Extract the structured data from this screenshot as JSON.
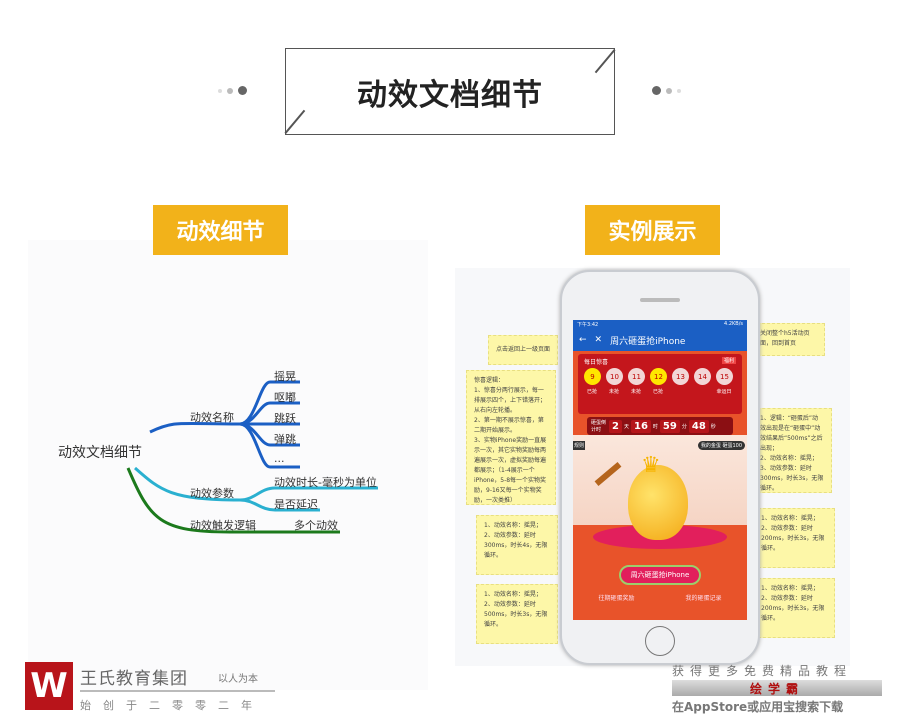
{
  "header": {
    "title": "动效文档细节"
  },
  "sections": {
    "left_label": "动效细节",
    "right_label": "实例展示"
  },
  "mindmap": {
    "root": "动效文档细节",
    "branches": [
      {
        "label": "动效名称",
        "children": [
          "摇晃",
          "呕嘟",
          "跳跃",
          "弹跳",
          "..."
        ]
      },
      {
        "label": "动效参数",
        "children": [
          "动效时长-毫秒为单位",
          "是否延迟"
        ]
      },
      {
        "label": "动效触发逻辑",
        "children": [
          "多个动效"
        ]
      }
    ]
  },
  "phone": {
    "status_time": "下午3:42",
    "status_right": "4.2KB/s",
    "nav_title": "周六砸蛋抢iPhone",
    "daily": "每日惊喜",
    "daily_tag": "福利",
    "balls": [
      {
        "n": "9",
        "s": "已抢"
      },
      {
        "n": "10",
        "s": "未抢"
      },
      {
        "n": "11",
        "s": "未抢"
      },
      {
        "n": "12",
        "s": "已抢"
      },
      {
        "n": "13",
        "s": ""
      },
      {
        "n": "14",
        "s": ""
      },
      {
        "n": "15",
        "s": "幸运日"
      }
    ],
    "countdown_label": "砸蛋倒计时",
    "countdown": {
      "days": "2",
      "d": "天",
      "hours": "16",
      "h": "时",
      "mins": "59",
      "m": "分",
      "secs": "48",
      "s": "秒"
    },
    "side_left": "规则",
    "golden": "我的金蛋",
    "golden_count": "砸蛋100",
    "cta": "周六砸蛋抢iPhone",
    "link_left": "往期砸蛋奖励",
    "link_right": "我的砸蛋记录"
  },
  "notes": {
    "back": "点击返回上一级页面",
    "close": "关闭整个h5活动页面，回到首页",
    "logic": "惊喜逻辑：\n1、惊喜分两行展示，每一排展示四个，上下错落开；从右向左轮播。\n2、第一期不展示惊喜，第二期开始展示。\n3、实物iPhone奖励一直展示一次，其它实物奖励每两遍展示一次，虚拟奖励每遍都展示；（1-4展示一个iPhone，5-8每一个实物奖励，9-16又每一个实物奖励，一次类推）",
    "right1": "1、逻辑：“砸蛋后”动效出现是在“砸蛋中”动效结果后“500ms”之后出现；\n2、动效名称：摇晃；\n3、动效参数：延时300ms，时长3s，无限循环。",
    "left2": "1、动效名称：摇晃；\n2、动效参数：延时300ms，时长4s，无限循环。",
    "left3": "1、动效名称：摇晃；\n2、动效参数：延时500ms，时长3s，无限循环。",
    "right2": "1、动效名称：摇晃；\n2、动效参数：延时200ms，时长3s，无限循环。",
    "right3": "1、动效名称：摇晃；\n2、动效参数：延时200ms，时长3s，无限循环。"
  },
  "watermark_left": {
    "brand": "王氏教育集团",
    "slogan": "以人为本",
    "sub": "始创于二零零二年"
  },
  "watermark_right": {
    "line1": "获得更多免费精品教程",
    "line2": "绘学霸",
    "line3": "在AppStore或应用宝搜索下载"
  }
}
